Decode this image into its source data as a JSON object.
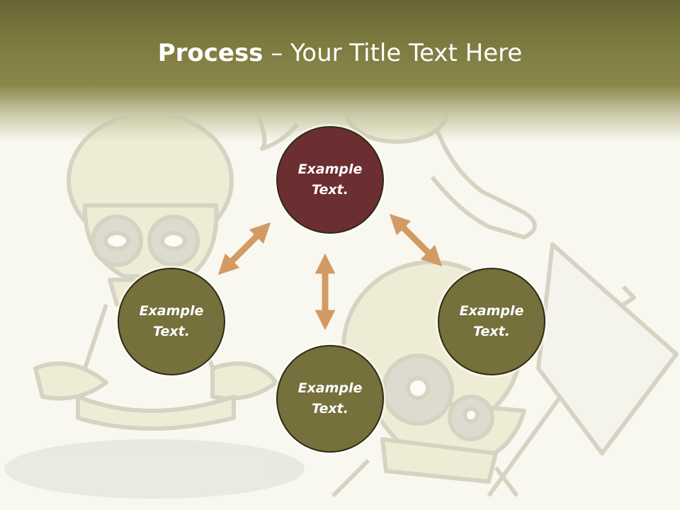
{
  "slide": {
    "title_bold": "Process",
    "title_rest": " – Your Title Text Here"
  },
  "colors": {
    "header": "#7d7a40",
    "node_primary": "#6b2e31",
    "node_secondary": "#75703c",
    "arrow": "#d39a64",
    "background": "#f8f8f1"
  },
  "nodes": [
    {
      "id": "top",
      "text": "Example\nText.",
      "style": "primary"
    },
    {
      "id": "left",
      "text": "Example\nText.",
      "style": "secondary"
    },
    {
      "id": "right",
      "text": "Example\nText.",
      "style": "secondary"
    },
    {
      "id": "bottom",
      "text": "Example\nText.",
      "style": "secondary"
    }
  ],
  "background_illustration": "cartoon-skeletons"
}
